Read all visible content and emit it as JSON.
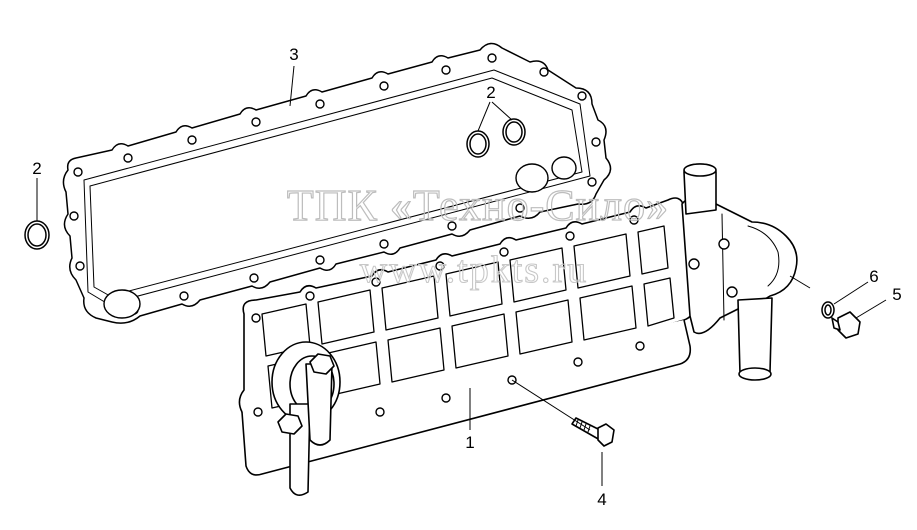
{
  "callouts": {
    "c1": "1",
    "c2_top": "2",
    "c2_left": "2",
    "c3": "3",
    "c4": "4",
    "c5": "5",
    "c6": "6"
  },
  "watermark": {
    "line1": "ТПК «Техно-Сило»",
    "line2": "www.tpkts.ru"
  },
  "colors": {
    "line": "#000000",
    "background": "#ffffff",
    "watermark": "#bdbdbd"
  }
}
